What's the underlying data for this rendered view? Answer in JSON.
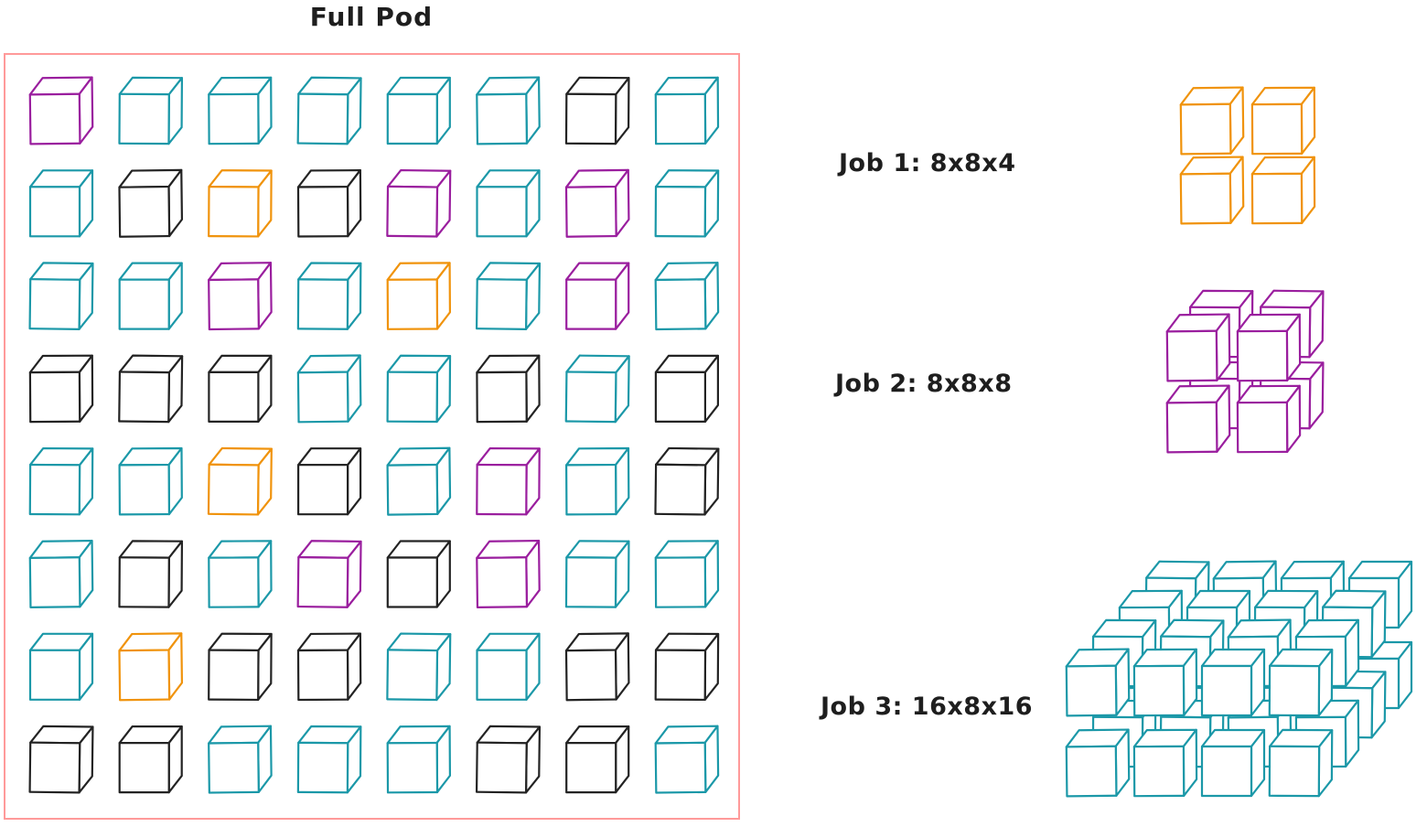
{
  "title": "Full Pod",
  "colors": {
    "teal": "#1b98a8",
    "black": "#232323",
    "orange": "#f0930c",
    "purple": "#9a1e9e",
    "pod_border": "#ff9a9a",
    "text": "#1e1e1e",
    "cube_fill": "#ffffff"
  },
  "pod": {
    "rows": 8,
    "cols": 8,
    "cells": [
      [
        "purple",
        "teal",
        "teal",
        "teal",
        "teal",
        "teal",
        "black",
        "teal"
      ],
      [
        "teal",
        "black",
        "orange",
        "black",
        "purple",
        "teal",
        "purple",
        "teal"
      ],
      [
        "teal",
        "teal",
        "purple",
        "teal",
        "orange",
        "teal",
        "purple",
        "teal"
      ],
      [
        "black",
        "black",
        "black",
        "teal",
        "teal",
        "black",
        "teal",
        "black"
      ],
      [
        "teal",
        "teal",
        "orange",
        "black",
        "teal",
        "purple",
        "teal",
        "black"
      ],
      [
        "teal",
        "black",
        "teal",
        "purple",
        "black",
        "purple",
        "teal",
        "teal"
      ],
      [
        "teal",
        "orange",
        "black",
        "black",
        "teal",
        "teal",
        "black",
        "black"
      ],
      [
        "black",
        "black",
        "teal",
        "teal",
        "teal",
        "black",
        "black",
        "teal"
      ]
    ],
    "color_counts": {
      "teal": 32,
      "black": 20,
      "purple": 8,
      "orange": 4
    }
  },
  "jobs": [
    {
      "label": "Job 1: 8x8x4",
      "color": "orange",
      "cube_block": {
        "cols": 2,
        "rows": 2,
        "layers": 1
      }
    },
    {
      "label": "Job 2: 8x8x8",
      "color": "purple",
      "cube_block": {
        "cols": 2,
        "rows": 2,
        "layers": 2
      }
    },
    {
      "label": "Job 3: 16x8x16",
      "color": "teal",
      "cube_block": {
        "cols": 4,
        "rows": 2,
        "layers": 4
      }
    }
  ]
}
